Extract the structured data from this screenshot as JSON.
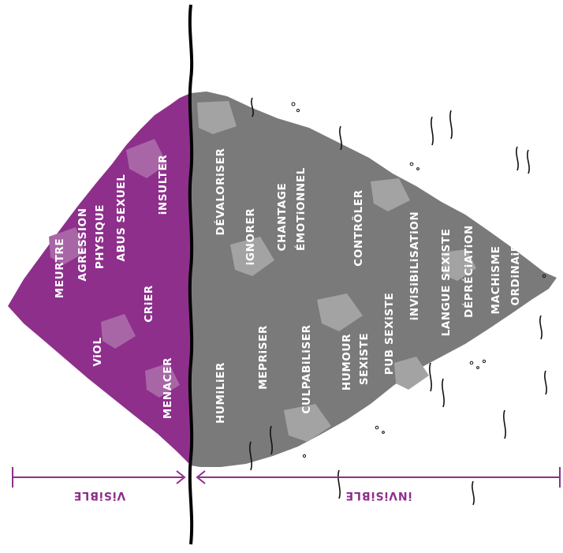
{
  "diagram": {
    "colors": {
      "visible": "#8e2f8c",
      "visible_light": "#a866a6",
      "invisible": "#7a7a7a",
      "invisible_light": "#a3a3a3",
      "waterline": "#000000",
      "scale": "#8e2f8c"
    },
    "visible_part": {
      "items": [
        "MEURTRE",
        "AGRESSION",
        "PHYSIQUE",
        "ABUS SEXUEL",
        "ViOL",
        "CRiER",
        "iNSULTER",
        "MENACER"
      ]
    },
    "invisible_part": {
      "items": [
        "DÉVALORiSER",
        "iGNORER",
        "CHANTAGE",
        "ÉMOTiONNEL",
        "CONTRÔLER",
        "HUMiLiER",
        "MEPRiSER",
        "CULPABiLiSER",
        "HUMOUR",
        "SEXiSTE",
        "PUB SEXiSTE",
        "iNViSiBiLiSATiON",
        "LANGUE SEXiSTE",
        "DÉPRÉCiATiON",
        "MACHiSME",
        "ORDiNAiRE"
      ]
    },
    "scale": {
      "visible_label": "ViSiBLE",
      "invisible_label": "iNViSiBLE"
    }
  }
}
